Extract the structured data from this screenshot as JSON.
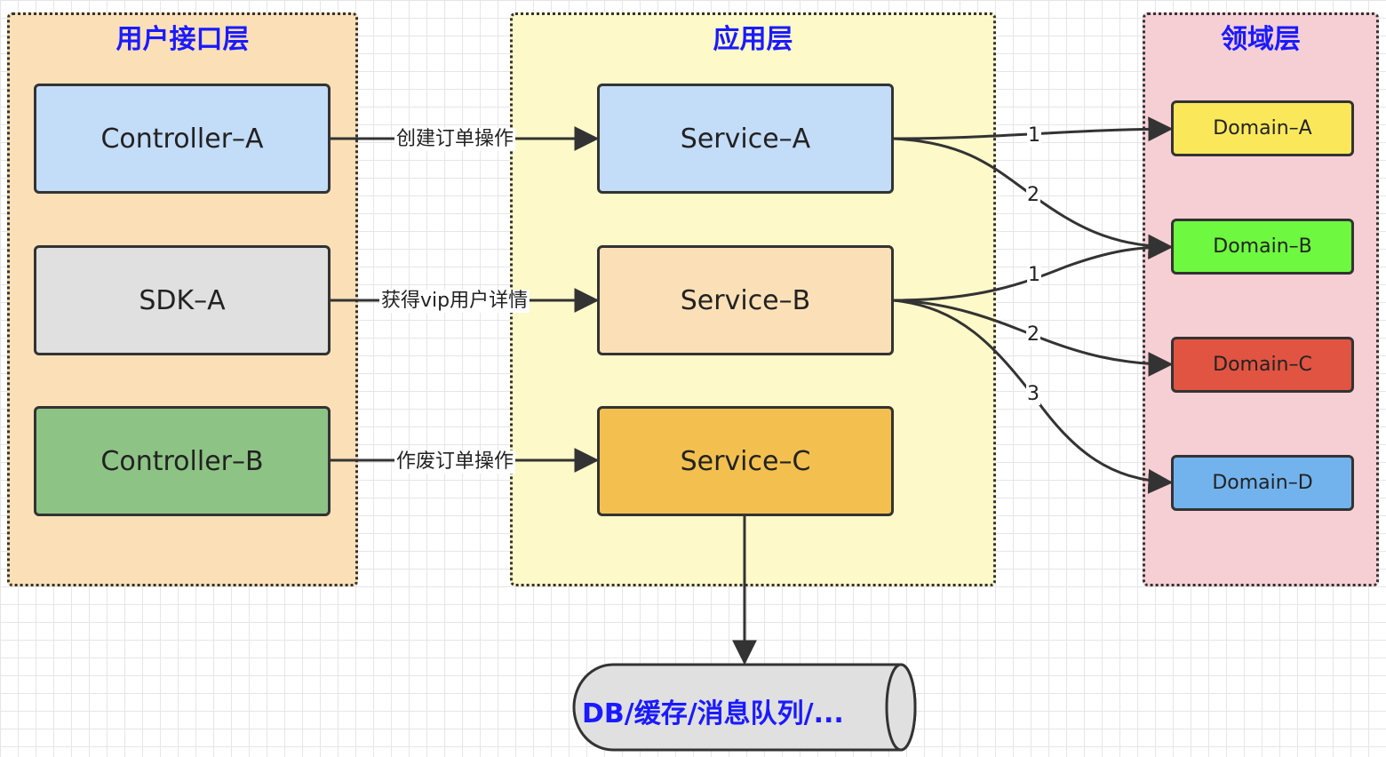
{
  "layers": {
    "user_interface": {
      "title": "用户接口层",
      "color": "#fbe0b7"
    },
    "application": {
      "title": "应用层",
      "color": "#fdf9c9"
    },
    "domain": {
      "title": "领域层",
      "color": "#f6cfd5"
    }
  },
  "nodes": {
    "controller_a": {
      "label": "Controller–A",
      "color": "#c3dcf7"
    },
    "sdk_a": {
      "label": "SDK–A",
      "color": "#e0e0e0"
    },
    "controller_b": {
      "label": "Controller–B",
      "color": "#8ec386"
    },
    "service_a": {
      "label": "Service–A",
      "color": "#c3dcf7"
    },
    "service_b": {
      "label": "Service–B",
      "color": "#fbe0b7"
    },
    "service_c": {
      "label": "Service–C",
      "color": "#f3c04f"
    },
    "domain_a": {
      "label": "Domain–A",
      "color": "#fbe85a"
    },
    "domain_b": {
      "label": "Domain–B",
      "color": "#6ef83f"
    },
    "domain_c": {
      "label": "Domain–C",
      "color": "#e15442"
    },
    "domain_d": {
      "label": "Domain–D",
      "color": "#72b3ee"
    },
    "storage": {
      "label": "DB/缓存/消息队列/...",
      "color": "#e0e0e0"
    }
  },
  "edges": {
    "controller_a_to_service_a": "创建订单操作",
    "sdk_a_to_service_b": "获得vip用户详情",
    "controller_b_to_service_c": "作废订单操作",
    "service_a_to_domain_a": "1",
    "service_a_to_domain_b": "2",
    "service_b_to_domain_b": "1",
    "service_b_to_domain_c": "2",
    "service_b_to_domain_d": "3"
  }
}
